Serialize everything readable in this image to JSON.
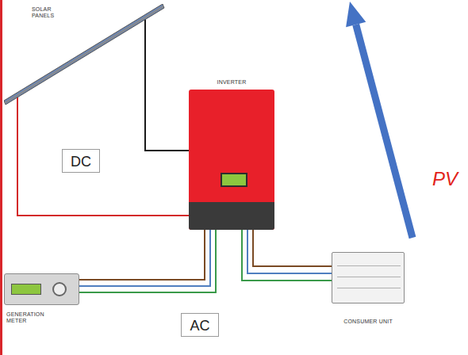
{
  "diagram": {
    "nodes": [
      {
        "text": [
          "SOLAR PANELS"
        ]
      },
      {
        "text": [
          "INVERTER"
        ]
      },
      {
        "text": [
          "DC"
        ]
      },
      {
        "text": [
          "GENERATION METER"
        ]
      },
      {
        "text": [
          "AC"
        ]
      },
      {
        "text": [
          "CONSUMER UNIT"
        ]
      }
    ],
    "edges": [
      {
        "from": 0,
        "to": 1,
        "arrow": "none"
      },
      {
        "from": 0,
        "to": 1,
        "arrow": "none"
      },
      {
        "from": 1,
        "to": 3,
        "arrow": "none"
      },
      {
        "from": 1,
        "to": 3,
        "arrow": "none"
      },
      {
        "from": 1,
        "to": 3,
        "arrow": "none"
      },
      {
        "from": 1,
        "to": 5,
        "arrow": "none"
      },
      {
        "from": 1,
        "to": 5,
        "arrow": "none"
      },
      {
        "from": 1,
        "to": 5,
        "arrow": "none"
      }
    ],
    "labels": [
      "PV"
    ]
  }
}
